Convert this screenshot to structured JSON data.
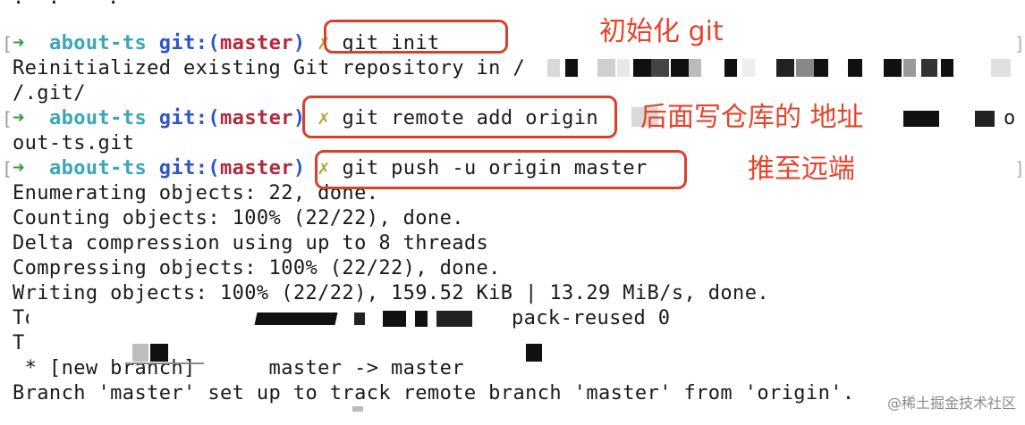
{
  "terminal": {
    "prompt": {
      "arrow": "➜",
      "dir": "about-ts",
      "git": "git:",
      "paren_open": "(",
      "branch": "master",
      "paren_close": ")",
      "dirty": "✗"
    },
    "commands": [
      {
        "text": "git init"
      },
      {
        "text": "git remote add origin"
      },
      {
        "text": "git push -u origin master"
      }
    ],
    "output": {
      "init_line1": "Reinitialized existing Git repository in /",
      "init_line2": "/.git/",
      "remote_tail": "o",
      "remote_line2": "out-ts.git",
      "push_lines": [
        "Enumerating objects: 22, done.",
        "Counting objects: 100% (22/22), done.",
        "Delta compression using up to 8 threads",
        "Compressing objects: 100% (22/22), done.",
        "Writing objects: 100% (22/22), 159.52 KiB | 13.29 MiB/s, done."
      ],
      "total_fragment_start": "To",
      "total_fragment_end": "pack-reused 0",
      "to_line": "T",
      "new_branch": " * [new branch]      master -> master",
      "branch_setup": "Branch 'master' set up to track remote branch 'master' from 'origin'."
    }
  },
  "annotations": {
    "init": "初始化 git",
    "remote": "后面写仓库的 地址",
    "push": "推至远端"
  },
  "watermark": "@稀土掘金技术社区",
  "colors": {
    "highlight": "#d8402e",
    "annotation": "#e5432b"
  }
}
